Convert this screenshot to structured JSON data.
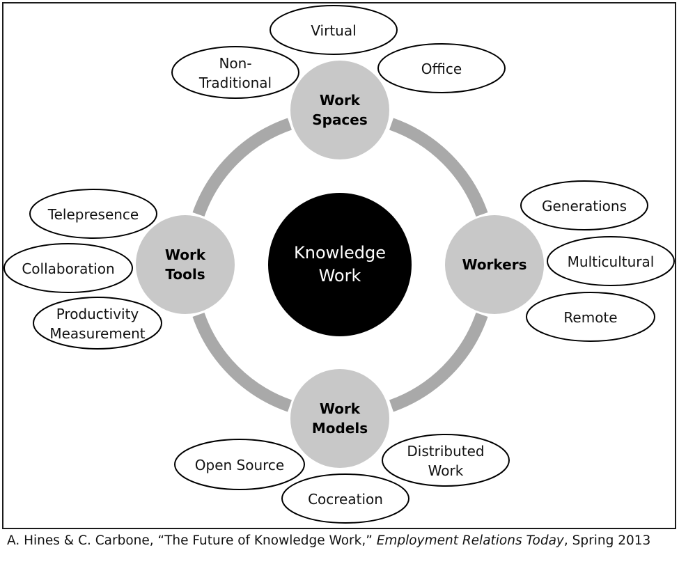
{
  "center": {
    "line1": "Knowledge",
    "line2": "Work"
  },
  "hubs": {
    "spaces": {
      "line1": "Work",
      "line2": "Spaces"
    },
    "workers": {
      "line1": "Workers"
    },
    "models": {
      "line1": "Work",
      "line2": "Models"
    },
    "tools": {
      "line1": "Work",
      "line2": "Tools"
    }
  },
  "leaves": {
    "virtual": {
      "line1": "Virtual"
    },
    "non_traditional": {
      "line1": "Non-",
      "line2": "Traditional"
    },
    "office": {
      "line1": "Office"
    },
    "generations": {
      "line1": "Generations"
    },
    "multicultural": {
      "line1": "Multicultural"
    },
    "remote": {
      "line1": "Remote"
    },
    "open_source": {
      "line1": "Open Source"
    },
    "distributed_work": {
      "line1": "Distributed",
      "line2": "Work"
    },
    "cocreation": {
      "line1": "Cocreation"
    },
    "telepresence": {
      "line1": "Telepresence"
    },
    "collaboration": {
      "line1": "Collaboration"
    },
    "productivity_measurement": {
      "line1": "Productivity",
      "line2": "Measurement"
    }
  },
  "caption": {
    "authors": "A. Hines & C. Carbone, “The Future of Knowledge Work,” ",
    "journal": "Employment Relations Today",
    "date": ", Spring 2013"
  },
  "colors": {
    "hub_fill": "#c8c8c8",
    "ring": "#a9a9a9",
    "center_fill": "#000000",
    "outline": "#000000"
  }
}
